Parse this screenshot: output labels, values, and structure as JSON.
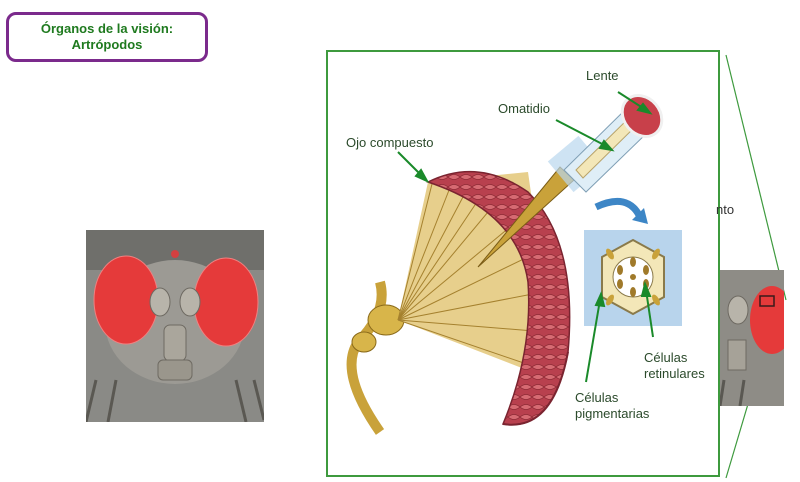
{
  "title": {
    "line1": "Órganos de la visión:",
    "line2": "Artrópodos"
  },
  "labels": {
    "lente": "Lente",
    "omatidio": "Omatidio",
    "ojo_compuesto": "Ojo compuesto",
    "celulas_retinulares_1": "Células",
    "celulas_retinulares_2": "retinulares",
    "celulas_pigmentarias_1": "Células",
    "celulas_pigmentarias_2": "pigmentarias"
  },
  "partial_text": "nto",
  "colors": {
    "title_border": "#7b2a8c",
    "title_text": "#1f7a1f",
    "panel_border": "#3e9a3e",
    "arrow": "#1a8a2a",
    "eye_red": "#c0394a",
    "nerve_gold": "#c9a23a"
  }
}
